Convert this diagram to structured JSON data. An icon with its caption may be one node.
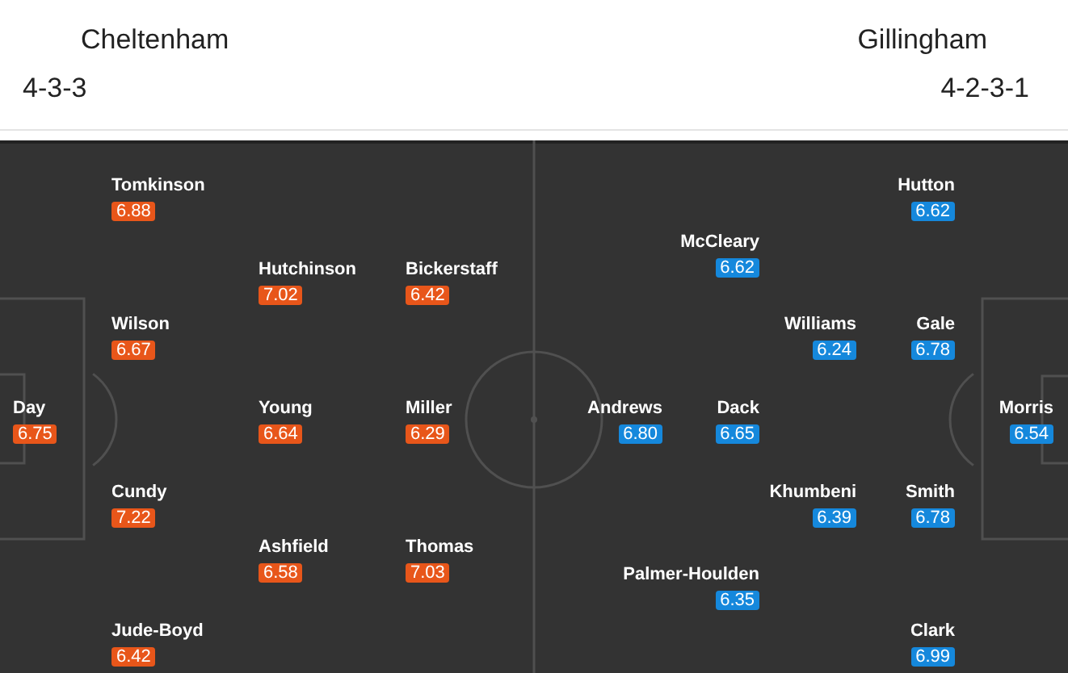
{
  "diagram": {
    "nodes": [
      {
        "text": [
          "6.88"
        ],
        "beside": [
          "Tomkinson"
        ]
      },
      {
        "text": [
          "7.02"
        ],
        "beside": [
          "Hutchinson"
        ]
      },
      {
        "text": [
          "6.42"
        ],
        "beside": [
          "Bickerstaff"
        ]
      },
      {
        "text": [
          "6.67"
        ],
        "beside": [
          "Wilson"
        ]
      },
      {
        "text": [
          "6.75"
        ],
        "beside": [
          "Day"
        ]
      },
      {
        "text": [
          "6.64"
        ],
        "beside": [
          "Young"
        ]
      },
      {
        "text": [
          "6.29"
        ],
        "beside": [
          "Miller"
        ]
      },
      {
        "text": [
          "7.22"
        ],
        "beside": [
          "Cundy"
        ]
      },
      {
        "text": [
          "6.58"
        ],
        "beside": [
          "Ashfield"
        ]
      },
      {
        "text": [
          "7.03"
        ],
        "beside": [
          "Thomas"
        ]
      },
      {
        "text": [
          "6.42"
        ],
        "beside": [
          "Jude-Boyd"
        ]
      },
      {
        "text": [
          "6.62"
        ],
        "beside": [
          "Hutton"
        ]
      },
      {
        "text": [
          "6.62"
        ],
        "beside": [
          "McCleary"
        ]
      },
      {
        "text": [
          "6.24"
        ],
        "beside": [
          "Williams"
        ]
      },
      {
        "text": [
          "6.78"
        ],
        "beside": [
          "Gale"
        ]
      },
      {
        "text": [
          "6.80"
        ],
        "beside": [
          "Andrews"
        ]
      },
      {
        "text": [
          "6.65"
        ],
        "beside": [
          "Dack"
        ]
      },
      {
        "text": [
          "6.54"
        ],
        "beside": [
          "Morris"
        ]
      },
      {
        "text": [
          "6.39"
        ],
        "beside": [
          "Khumbeni"
        ]
      },
      {
        "text": [
          "6.78"
        ],
        "beside": [
          "Smith"
        ]
      },
      {
        "text": [
          "6.35"
        ],
        "beside": [
          "Palmer-Houlden"
        ]
      },
      {
        "text": [
          "6.99"
        ],
        "beside": [
          "Clark"
        ]
      }
    ],
    "labels": [
      "Cheltenham",
      "Gillingham",
      "4-3-3",
      "4-2-3-1"
    ]
  }
}
